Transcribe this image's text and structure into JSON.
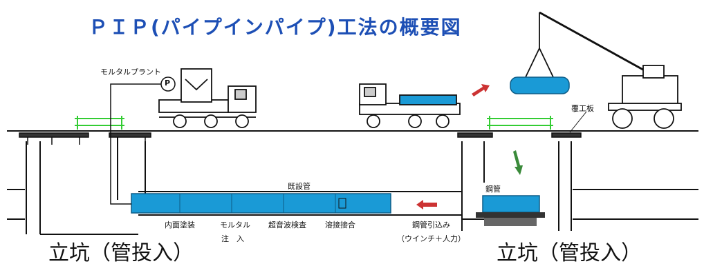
{
  "title": "ＰＩＰ(パイプインパイプ)工法の概要図",
  "labels": {
    "mortar_plant": "モルタルプラント",
    "pump_symbol": "P",
    "cover_plate": "覆工板",
    "existing_pipe": "既設管",
    "steel_pipe": "鋼管",
    "inner_coating": "内面塗装",
    "mortar": "モルタル",
    "injection": "注　入",
    "ultrasonic": "超音波検査",
    "welding": "溶接接合",
    "pull_in": "鋼管引込み",
    "winch": "（ウインチ＋人力）",
    "shaft_left": "立坑（管投入）",
    "shaft_right": "立坑（管投入）"
  },
  "colors": {
    "pipe_blue": "#1a9ad6",
    "title_blue": "#1d4fb5",
    "arrow_red": "#cc3333",
    "arrow_green": "#3a8a3a",
    "fence_green": "#33cc33"
  },
  "icons": [
    "truck-icon",
    "crane-icon",
    "steel-pipe-icon",
    "pump-icon",
    "arrow-icon"
  ]
}
